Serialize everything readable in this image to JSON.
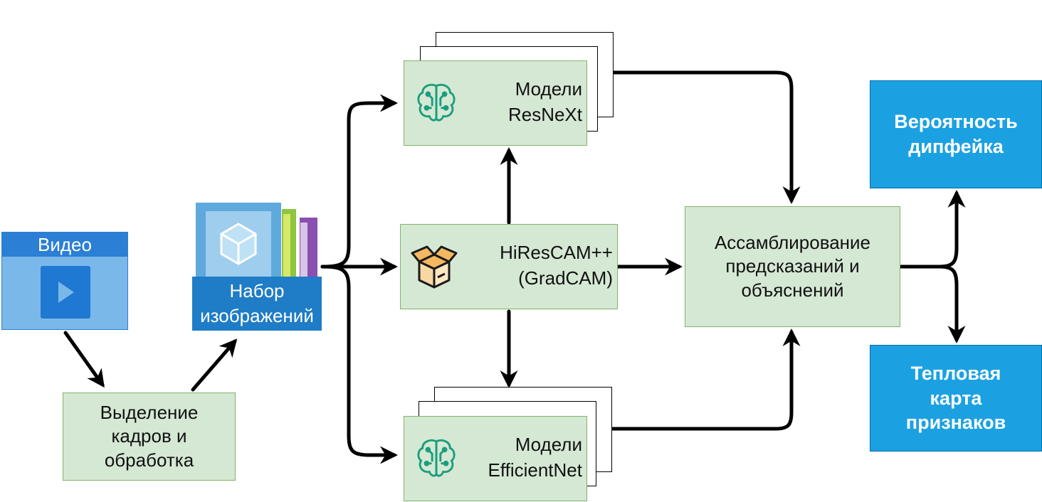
{
  "video": {
    "title": "Видео"
  },
  "frames": {
    "label": "Выделение\nкадров и\nобработка"
  },
  "dataset": {
    "label": "Набор\nизображений"
  },
  "resnext": {
    "label": "Модели\nResNeXt"
  },
  "hirescam": {
    "label": "HiResCAM++\n(GradCAM)"
  },
  "efficientnet": {
    "label": "Модели\nEfficientNet"
  },
  "ensemble": {
    "label": "Ассамблирование\nпредсказаний и\nобъяснений"
  },
  "probability": {
    "label": "Вероятность\nдипфейка"
  },
  "heatmap": {
    "label": "Тепловая\nкарта\nпризнаков"
  },
  "colors": {
    "green_fill": "#d5e8d4",
    "green_border": "#82b366",
    "blue_fill": "#1ba1e2",
    "brain_icon": "#1a9e7d"
  },
  "icons": [
    "play-icon",
    "cube-icon",
    "books-icon",
    "brain-circuit-icon",
    "package-box-icon"
  ]
}
